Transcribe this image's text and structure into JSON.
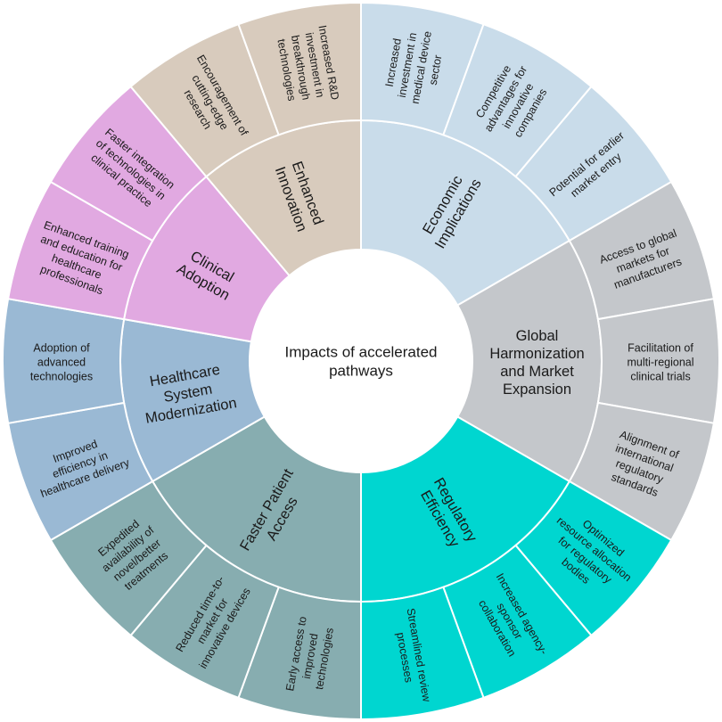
{
  "center": {
    "lines": [
      "Impacts of accelerated",
      "pathways"
    ]
  },
  "categories": [
    {
      "name": [
        "Economic",
        "Implications"
      ],
      "color": "#c9dcea",
      "items": [
        [
          "Increased",
          "investment in",
          "medical device",
          "sector"
        ],
        [
          "Competitive",
          "advantages for",
          "innovative",
          "companies"
        ],
        [
          "Potential for earlier",
          "market entry"
        ]
      ]
    },
    {
      "name": [
        "Global",
        "Harmonization",
        "and Market",
        "Expansion"
      ],
      "color": "#c4c7cb",
      "items": [
        [
          "Access to global",
          "markets for",
          "manufacturers"
        ],
        [
          "Facilitation of",
          "multi-regional",
          "clinical trials"
        ],
        [
          "Alignment of",
          "international",
          "regulatory",
          "standards"
        ]
      ]
    },
    {
      "name": [
        "Regulatory",
        "Efficiency"
      ],
      "color": "#00d6d0",
      "items": [
        [
          "Optimized",
          "resource allocation",
          "for regulatory",
          "bodies"
        ],
        [
          "Increased agency-",
          "sponsor",
          "collaboration"
        ],
        [
          "Streamlined review",
          "processes"
        ]
      ]
    },
    {
      "name": [
        "Faster Patient",
        "Access"
      ],
      "color": "#87adb0",
      "items": [
        [
          "Early access to",
          "improved",
          "technologies"
        ],
        [
          "Reduced time-to-",
          "market for",
          "innovative devices"
        ],
        [
          "Expedited",
          "availability of",
          "novel/better",
          "treatments"
        ]
      ]
    },
    {
      "name": [
        "Healthcare",
        "System",
        "Modernization"
      ],
      "color": "#9ab9d4",
      "items": [
        [
          "Improved",
          "efficiency in",
          "healthcare delivery"
        ],
        [
          "Adoption of",
          "advanced",
          "technologies"
        ]
      ]
    },
    {
      "name": [
        "Clinical",
        "Adoption"
      ],
      "color": "#e1a9e1",
      "items": [
        [
          "Enhanced training",
          "and education for",
          "healthcare",
          "professionals"
        ],
        [
          "Faster integration",
          "of technologies in",
          "clinical practice"
        ]
      ]
    },
    {
      "name": [
        "Enhanced",
        "Innovation"
      ],
      "color": "#d8cbbd",
      "items": [
        [
          "Encouragement of",
          "cutting-edge",
          "research"
        ],
        [
          "Increased R&D",
          "investment in",
          "breakthrough",
          "technologies"
        ]
      ]
    }
  ]
}
